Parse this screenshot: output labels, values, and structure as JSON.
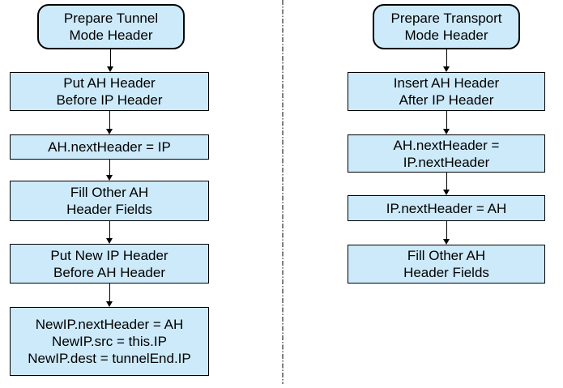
{
  "colors": {
    "node_fill": "#cdeafa",
    "node_border": "#000000",
    "arrow": "#000000",
    "divider_line": "#7f7f7f",
    "background": "#ffffff"
  },
  "flowchart": {
    "columns": [
      {
        "nodes": [
          {
            "shape": "rounded-terminator",
            "label": "Prepare Tunnel\nMode Header"
          },
          {
            "shape": "rect",
            "label": "Put AH Header\nBefore IP Header"
          },
          {
            "shape": "rect",
            "label": "AH.nextHeader = IP"
          },
          {
            "shape": "rect",
            "label": "Fill Other AH\nHeader Fields"
          },
          {
            "shape": "rect",
            "label": "Put New IP Header\nBefore AH Header"
          },
          {
            "shape": "rect",
            "label": "NewIP.nextHeader = AH\nNewIP.src = this.IP\nNewIP.dest = tunnelEnd.IP"
          }
        ]
      },
      {
        "nodes": [
          {
            "shape": "rounded-terminator",
            "label": "Prepare Transport\nMode Header"
          },
          {
            "shape": "rect",
            "label": "Insert AH Header\nAfter IP Header"
          },
          {
            "shape": "rect",
            "label": "AH.nextHeader =\nIP.nextHeader"
          },
          {
            "shape": "rect",
            "label": "IP.nextHeader = AH"
          },
          {
            "shape": "rect",
            "label": "Fill Other AH\nHeader Fields"
          }
        ]
      }
    ]
  }
}
